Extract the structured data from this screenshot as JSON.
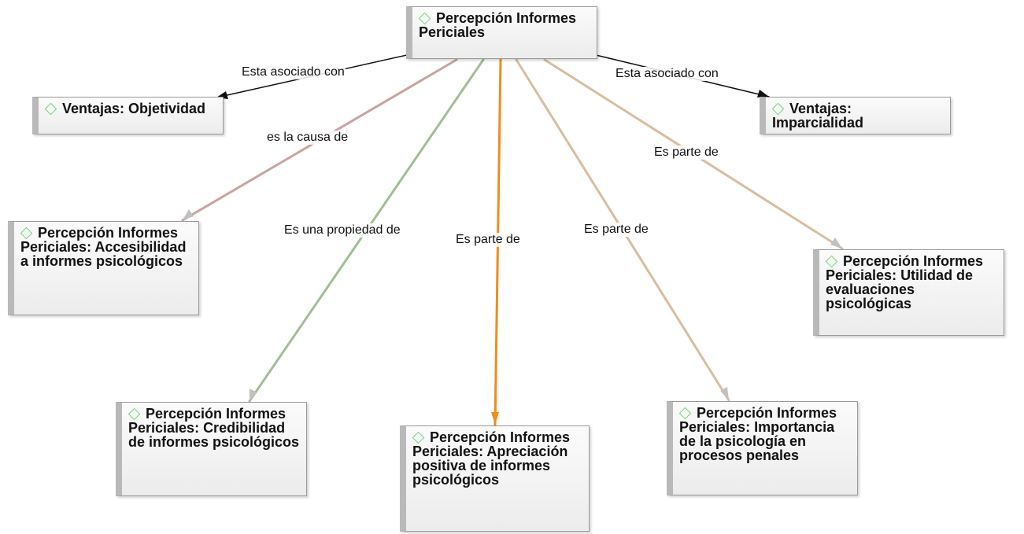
{
  "colors": {
    "associated": "#111111",
    "cause": "#c9a3a0",
    "property": "#9fbf94",
    "part_highlight": "#f08c1c",
    "part": "#d9bd9e",
    "arrowhead": "#c0c0c0",
    "code_icon": "#7ccc85"
  },
  "icon": "code-diamond-icon",
  "nodes": {
    "center": {
      "label": "Percepción Informes Periciales"
    },
    "objetividad": {
      "label": "Ventajas: Objetividad"
    },
    "imparcialidad": {
      "label": "Ventajas: Imparcialidad"
    },
    "accesibilidad": {
      "label": "Percepción Informes Periciales: Accesibilidad a informes psicológicos"
    },
    "utilidad": {
      "label": "Percepción Informes Periciales: Utilidad de evaluaciones psicológicas"
    },
    "credibilidad": {
      "label": "Percepción Informes Periciales: Credibilidad de informes psicológicos"
    },
    "apreciacion": {
      "label": "Percepción Informes Periciales: Apreciación positiva de informes psicológicos"
    },
    "importancia": {
      "label": "Percepción Informes Periciales: Importancia de la psicología en procesos penales"
    }
  },
  "edges": {
    "to_objetividad": {
      "label": "Esta asociado con"
    },
    "to_imparcialidad": {
      "label": "Esta asociado con"
    },
    "to_accesibilidad": {
      "label": "es la causa de"
    },
    "to_credibilidad": {
      "label": "Es una propiedad de"
    },
    "to_apreciacion": {
      "label": "Es parte de"
    },
    "to_importancia": {
      "label": "Es parte de"
    },
    "to_utilidad": {
      "label": "Es parte de"
    }
  }
}
